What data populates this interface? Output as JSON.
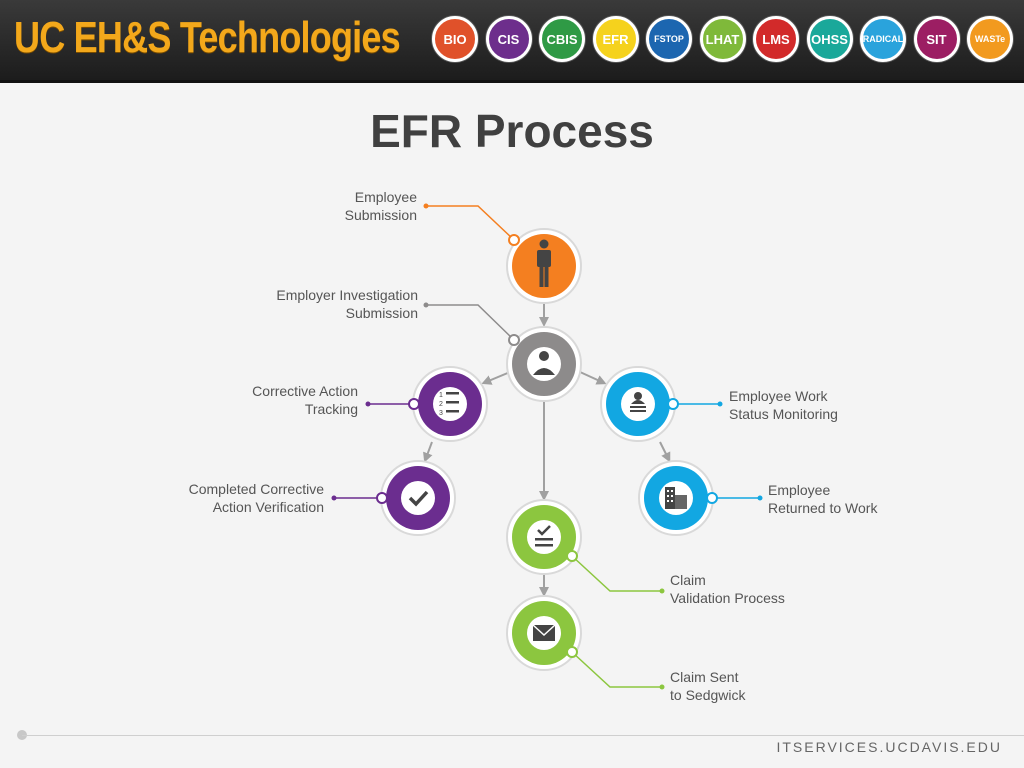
{
  "header": {
    "brand": "UC EH&S Technologies",
    "badges": [
      {
        "label": "BIO",
        "color": "#e0512a"
      },
      {
        "label": "CIS",
        "color": "#6d2e8c"
      },
      {
        "label": "CBIS",
        "color": "#2f9a45"
      },
      {
        "label": "EFR",
        "color": "#f5d21d"
      },
      {
        "label": "FSTOP",
        "color": "#1c66b0"
      },
      {
        "label": "LHAT",
        "color": "#7fb93a"
      },
      {
        "label": "LMS",
        "color": "#d22a2a"
      },
      {
        "label": "OHSS",
        "color": "#1aa89a"
      },
      {
        "label": "RADICAL",
        "color": "#2aa3dc"
      },
      {
        "label": "SIT",
        "color": "#9c1e63"
      },
      {
        "label": "WASTe",
        "color": "#f29a1f"
      }
    ]
  },
  "title": "EFR Process",
  "colors": {
    "orange": "#f47f20",
    "gray": "#8d8b8b",
    "purple": "#6b2d8f",
    "blue": "#12a7e2",
    "green": "#8cc63f",
    "connector": "#a0a0a0"
  },
  "nodes": {
    "employee_submission": {
      "label_line1": "Employee",
      "label_line2": "Submission",
      "icon": "person-icon"
    },
    "employer_investigation": {
      "label_line1": "Employer Investigation",
      "label_line2": "Submission",
      "icon": "employer-icon"
    },
    "corrective_action": {
      "label_line1": "Corrective Action",
      "label_line2": "Tracking",
      "icon": "numbered-list-icon"
    },
    "completed_corrective": {
      "label_line1": "Completed Corrective",
      "label_line2": "Action Verification",
      "icon": "checkmark-icon"
    },
    "work_status": {
      "label_line1": "Employee Work",
      "label_line2": "Status Monitoring",
      "icon": "id-card-icon"
    },
    "returned_to_work": {
      "label_line1": "Employee",
      "label_line2": "Returned to Work",
      "icon": "building-icon"
    },
    "claim_validation": {
      "label_line1": "Claim",
      "label_line2": "Validation Process",
      "icon": "checklist-icon"
    },
    "claim_sent": {
      "label_line1": "Claim Sent",
      "label_line2": "to Sedgwick",
      "icon": "envelope-icon"
    }
  },
  "footer": "ITSERVICES.UCDAVIS.EDU"
}
